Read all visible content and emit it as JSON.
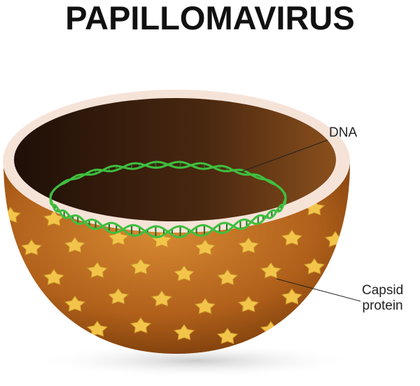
{
  "title": "PAPILLOMAVIRUS",
  "labels": {
    "dna": "DNA",
    "capsid_line1": "Capsid",
    "capsid_line2": "protein"
  },
  "colors": {
    "shell": "#b8661c",
    "rim": "#f6e3d8",
    "interior": "#3a2110",
    "dna": "#3fbf3f",
    "capsomere": "#f2c54a"
  }
}
